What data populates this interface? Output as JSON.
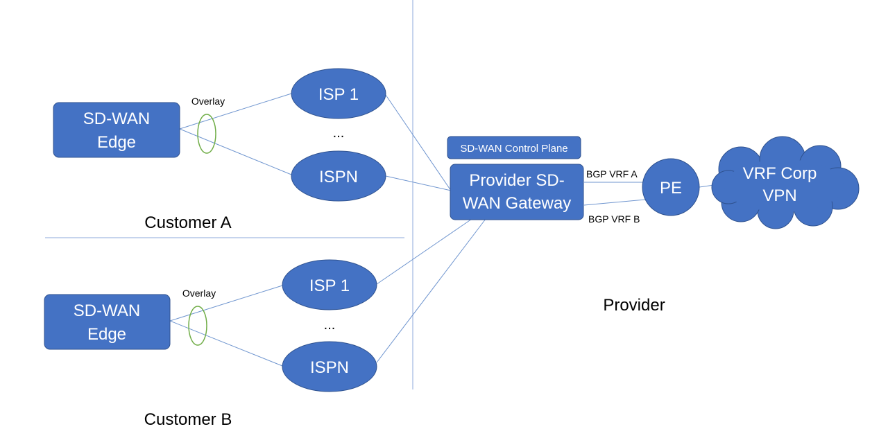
{
  "customer_a": {
    "label": "Customer A",
    "edge_lines": [
      "SD-WAN",
      "Edge"
    ],
    "overlay_label": "Overlay",
    "isp_top": "ISP 1",
    "isp_dots": "...",
    "isp_bottom": "ISPN"
  },
  "customer_b": {
    "label": "Customer B",
    "edge_lines": [
      "SD-WAN",
      "Edge"
    ],
    "overlay_label": "Overlay",
    "isp_top": "ISP 1",
    "isp_dots": "...",
    "isp_bottom": "ISPN"
  },
  "provider": {
    "label": "Provider",
    "control_plane": "SD-WAN Control Plane",
    "gateway_lines": [
      "Provider SD-",
      "WAN Gateway"
    ],
    "bgp_a": "BGP VRF A",
    "bgp_b": "BGP VRF B",
    "pe": "PE",
    "cloud_lines": [
      "VRF Corp",
      "VPN"
    ]
  },
  "colors": {
    "node_fill": "#4472c4",
    "node_stroke": "#2f528f",
    "line": "#6f95cf",
    "overlay": "#70ad47"
  }
}
